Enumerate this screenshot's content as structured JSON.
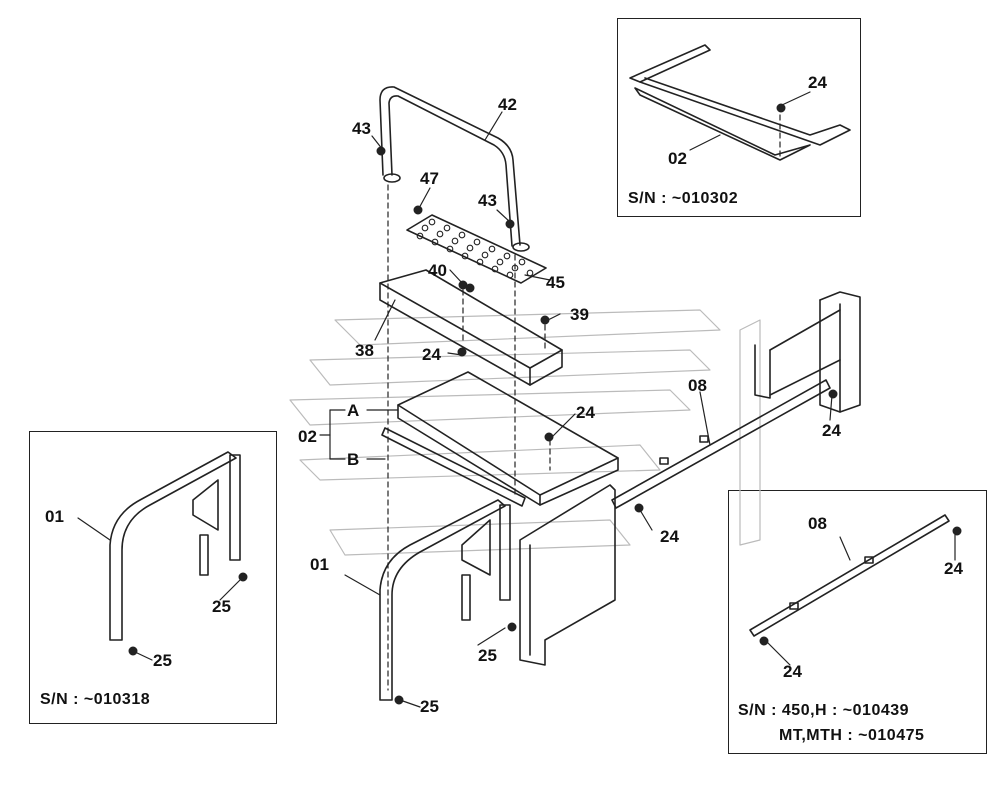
{
  "callouts": {
    "c01_left": "01",
    "c01_main": "01",
    "c02_main": "02",
    "c02_inset": "02",
    "c08_main": "08",
    "c08_inset": "08",
    "c24_inset_top": "24",
    "c24_a": "24",
    "c24_b": "24",
    "c24_c": "24",
    "c24_d": "24",
    "c24_inset_r1": "24",
    "c24_inset_r2": "24",
    "c25_left": "25",
    "c25_main1": "25",
    "c25_main2": "25",
    "c38": "38",
    "c39": "39",
    "c40": "40",
    "c42": "42",
    "c43_a": "43",
    "c43_b": "43",
    "c45": "45",
    "c47": "47",
    "cA": "A",
    "cB": "B"
  },
  "serials": {
    "top_right": "S/N :   ~010302",
    "left": "S/N :   ~010318",
    "bottom_right_1": "S/N :   450,H :   ~010439",
    "bottom_right_2": "MT,MTH :   ~010475"
  }
}
